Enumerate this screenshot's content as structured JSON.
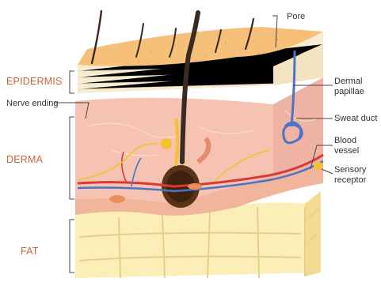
{
  "labels": {
    "pore": "Pore",
    "epidermis": "EPIDERMIS",
    "nerve_ending": "Nerve ending",
    "derma": "DERMA",
    "fat": "FAT",
    "dermal_papillae_1": "Dermal",
    "dermal_papillae_2": "papillae",
    "sweat_duct": "Sweat duct",
    "blood_vessel_1": "Blood",
    "blood_vessel_2": "vessel",
    "sensory_receptor_1": "Sensory",
    "sensory_receptor_2": "receptor"
  },
  "colors": {
    "epidermis_top": "#f6c07a",
    "epidermis_side": "#f6ecd2",
    "dermis": "#f6c3b2",
    "dermis_side": "#efb3a3",
    "fat": "#fbeeb7",
    "fat_lines": "#e6cf8a",
    "hair": "#3a2a20",
    "hair_bulb": "#5a3418",
    "artery": "#d83a3a",
    "vein": "#4a74c8",
    "nerve": "#f2c230",
    "label_layer": "#c8643a"
  }
}
